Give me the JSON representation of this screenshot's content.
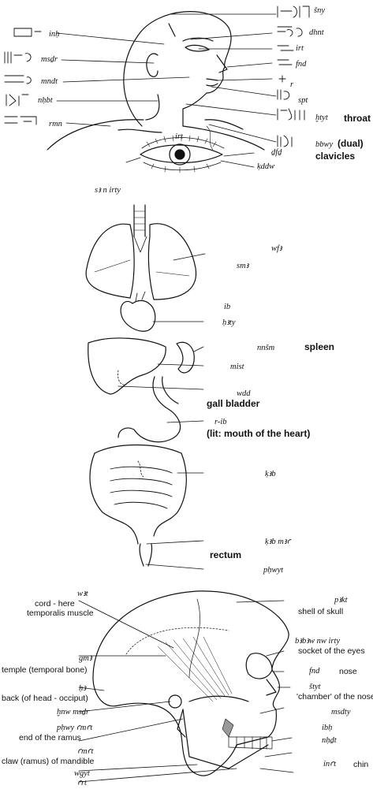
{
  "head": {
    "sny": {
      "translit": "šny"
    },
    "dhnt": {
      "translit": "dhnt"
    },
    "irt": {
      "translit": "irt"
    },
    "fnd": {
      "translit": "fnd"
    },
    "r": {
      "translit": "r"
    },
    "spt": {
      "translit": "spt"
    },
    "htyt": {
      "translit": "ḫtyt",
      "english": "throat"
    },
    "bbwy": {
      "translit": "bbwy",
      "english": "(dual)",
      "english2": "clavicles"
    },
    "inh": {
      "translit": "inḥ"
    },
    "msdr": {
      "translit": "msḏr"
    },
    "mndt": {
      "translit": "mndt"
    },
    "nhbt": {
      "translit": "nḥbt"
    },
    "rmn": {
      "translit": "rmn"
    }
  },
  "eye": {
    "irt": {
      "translit": "irt"
    },
    "dfd": {
      "translit": "ḏfḏ"
    },
    "kddw": {
      "translit": "ḳddw"
    },
    "sa_n_irty": {
      "translit": "sꜣ n irty"
    }
  },
  "organs": {
    "wfa": {
      "translit": "wfꜣ"
    },
    "sma": {
      "translit": "smꜣ"
    },
    "ib": {
      "translit": "ib"
    },
    "haty": {
      "translit": "ḥꜣty"
    },
    "nnsm": {
      "translit": "nnšm",
      "english": "spleen"
    },
    "mist": {
      "translit": "mist"
    },
    "wdd": {
      "translit": "wdd",
      "english": "gall bladder"
    },
    "r_ib": {
      "translit": "r-ib",
      "english": "(lit: mouth of the heart)"
    },
    "kab": {
      "translit": "ḳꜣb"
    },
    "kab_ma": {
      "translit": "ḳꜣb mꜣꜥ",
      "english": "rectum"
    },
    "phwyt": {
      "translit": "pḥwyt"
    }
  },
  "skull": {
    "wat": {
      "translit": "wꜣt",
      "english": "cord - here",
      "english2": "temporalis muscle"
    },
    "gma": {
      "translit": "gmꜣ",
      "english": "temple (temporal bone)"
    },
    "ha": {
      "translit": "ḥꜣ",
      "english": "back (of head - occiput)"
    },
    "hnw_msdr": {
      "translit": "ḫnw msḏr"
    },
    "phwy_amat": {
      "translit": "pḥwy ꜥmꜥt",
      "english": "end of the ramus"
    },
    "amat": {
      "translit": "ꜥmꜥt",
      "english": "claw (ramus) of mandible"
    },
    "wgyt": {
      "translit": "wgyt",
      "translit2": "ꜥrt"
    },
    "pakt": {
      "translit": "pꜣkt",
      "english": "shell of skull"
    },
    "bbaw": {
      "translit": "bꜣbꜣw nw irty",
      "english": "socket of the eyes"
    },
    "fnd": {
      "translit": "fnd",
      "english": "nose"
    },
    "styt": {
      "translit": "štyt",
      "english": "'chamber' of the nose"
    },
    "msdty": {
      "translit": "msdty"
    },
    "ibh": {
      "translit": "ibḥ"
    },
    "nhdt": {
      "translit": "nḥḏt"
    },
    "inat": {
      "translit": "inꜥt",
      "english": "chin"
    }
  }
}
